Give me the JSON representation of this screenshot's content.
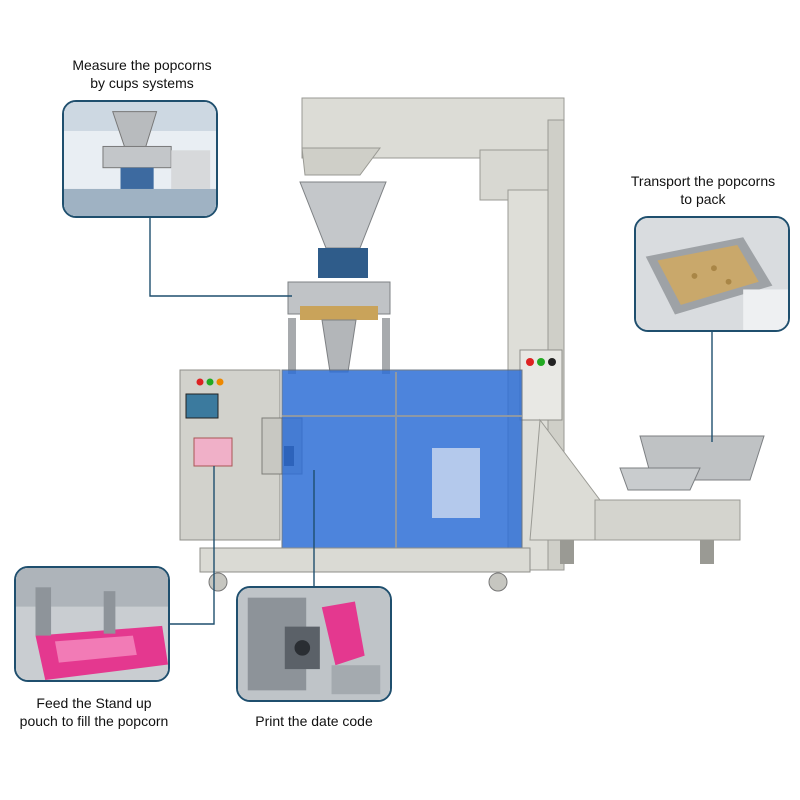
{
  "callouts": {
    "measure": {
      "line1": "Measure the popcorns",
      "line2": "by cups systems"
    },
    "transport": {
      "line1": "Transport the popcorns",
      "line2": "to pack"
    },
    "feed": {
      "line1": "Feed the Stand up",
      "line2": "pouch to fill the popcorn"
    },
    "print": {
      "line1": "Print the date code"
    }
  },
  "colors": {
    "leader": "#1f4f6e",
    "frame": "#dcdcd6",
    "steel": "#b9bcbf",
    "guard_blue": "#2f6fd6",
    "pouch_pink": "#e4388f",
    "popcorn": "#c9a86b"
  },
  "icons": [
    "vertical-bucket-elevator",
    "cup-filler-hopper",
    "touch-screen-panel",
    "vibration-tray"
  ]
}
